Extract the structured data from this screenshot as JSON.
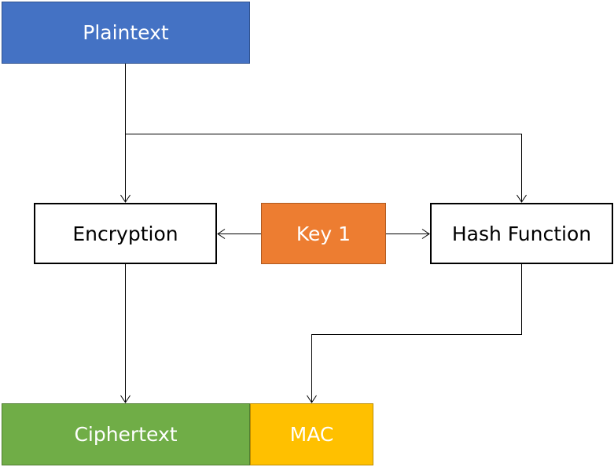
{
  "diagram": {
    "nodes": {
      "plaintext": "Plaintext",
      "encryption": "Encryption",
      "key": "Key 1",
      "hash": "Hash Function",
      "ciphertext": "Ciphertext",
      "mac": "MAC"
    },
    "edges": [
      {
        "from": "plaintext",
        "to": "encryption"
      },
      {
        "from": "plaintext",
        "to": "hash"
      },
      {
        "from": "key",
        "to": "encryption"
      },
      {
        "from": "key",
        "to": "hash"
      },
      {
        "from": "encryption",
        "to": "ciphertext"
      },
      {
        "from": "hash",
        "to": "mac"
      }
    ],
    "colors": {
      "plaintext": "#4472c4",
      "key": "#ed7d31",
      "ciphertext": "#70ad47",
      "mac": "#ffc000",
      "connector": "#000000"
    }
  }
}
